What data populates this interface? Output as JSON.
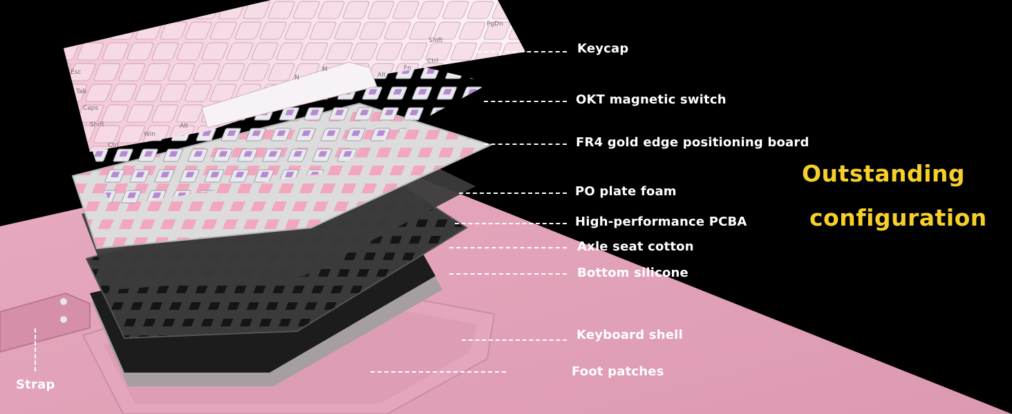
{
  "headline": {
    "line1": "Outstanding",
    "line2": "configuration"
  },
  "callouts": {
    "keycap": "Keycap",
    "switch": "OKT magnetic switch",
    "positioning_board": "FR4 gold edge positioning board",
    "plate_foam": "PO plate foam",
    "pcba": "High-performance PCBA",
    "axle_cotton": "Axle seat cotton",
    "bottom_silicone": "Bottom silicone",
    "shell": "Keyboard shell",
    "foot_patches": "Foot patches",
    "strap": "Strap"
  },
  "keycap_legends": [
    "Esc",
    "Tab",
    "Caps",
    "Shift",
    "Ctrl",
    "Win",
    "Alt",
    "Alt",
    "Fn",
    "Ctrl",
    "Shift",
    "PgDn",
    "N",
    "M"
  ],
  "colors": {
    "background": "#000000",
    "floor_pink": "#e4a4bb",
    "accent_yellow": "#f6d02a",
    "switch_purple": "#b58ad0",
    "text": "#ffffff"
  }
}
